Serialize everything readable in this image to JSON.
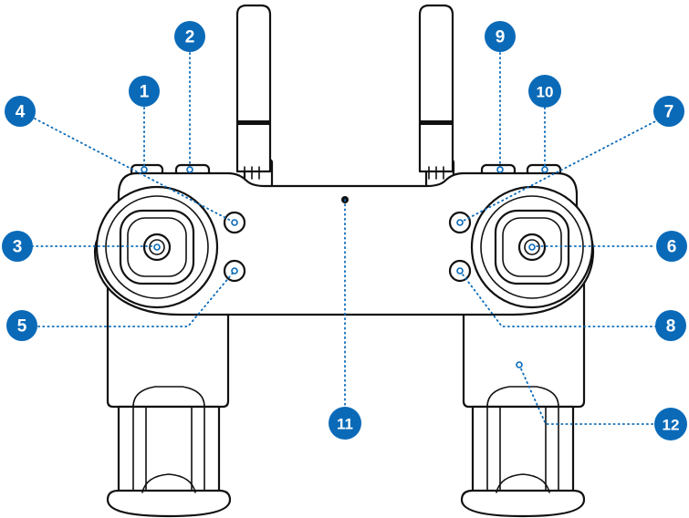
{
  "colors": {
    "accent": "#0a6ab8",
    "line": "#111111",
    "background": "#ffffff"
  },
  "callouts": [
    {
      "number": "1"
    },
    {
      "number": "2"
    },
    {
      "number": "3"
    },
    {
      "number": "4"
    },
    {
      "number": "5"
    },
    {
      "number": "6"
    },
    {
      "number": "7"
    },
    {
      "number": "8"
    },
    {
      "number": "9"
    },
    {
      "number": "10"
    },
    {
      "number": "11"
    },
    {
      "number": "12"
    }
  ]
}
